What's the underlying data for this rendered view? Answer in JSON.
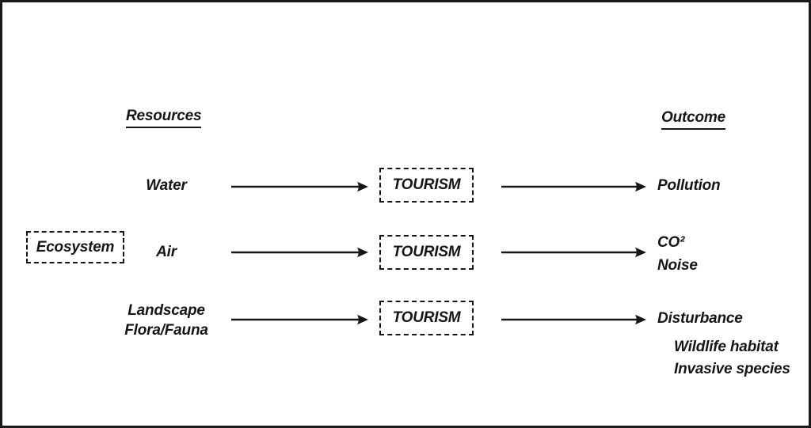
{
  "headers": {
    "resources": "Resources",
    "outcome": "Outcome"
  },
  "ecosystem": {
    "label": "Ecosystem"
  },
  "rows": [
    {
      "resource_lines": [
        "Water"
      ],
      "process": "TOURISM",
      "outcome_lines": [
        "Pollution"
      ]
    },
    {
      "resource_lines": [
        "Air"
      ],
      "process": "TOURISM",
      "outcome_lines": [
        "CO²",
        "Noise"
      ]
    },
    {
      "resource_lines": [
        "Landscape",
        "Flora/Fauna"
      ],
      "process": "TOURISM",
      "outcome_lines": [
        "Disturbance"
      ],
      "sub_outcome_lines": [
        "Wildlife habitat",
        "Invasive species"
      ]
    }
  ],
  "colors": {
    "ink": "#161616",
    "background": "#ffffff"
  }
}
